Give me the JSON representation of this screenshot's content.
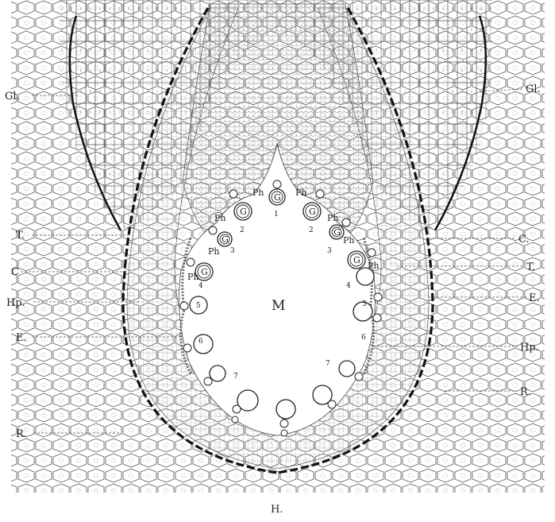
{
  "figure": {
    "labels": {
      "gl_left": "Gl.",
      "gl_right": "Gl.",
      "t_left": "T.",
      "c_left": "C",
      "hp_left": "Hp.",
      "e_left": "E.",
      "r_left": "R.",
      "c_right": "C.",
      "t_right": "T.",
      "e_right": "E.",
      "hp_right": "Hp.",
      "r_right": "R.",
      "m_center": "M",
      "h_bottom": "H."
    },
    "inner": {
      "g_label": "G",
      "ph_label": "Ph",
      "numbers": [
        "1",
        "2",
        "2",
        "3",
        "3",
        "4",
        "4",
        "5",
        "5",
        "6",
        "6",
        "7",
        "7"
      ]
    },
    "colors": {
      "ink": "#222222",
      "paper": "#ffffff"
    }
  }
}
